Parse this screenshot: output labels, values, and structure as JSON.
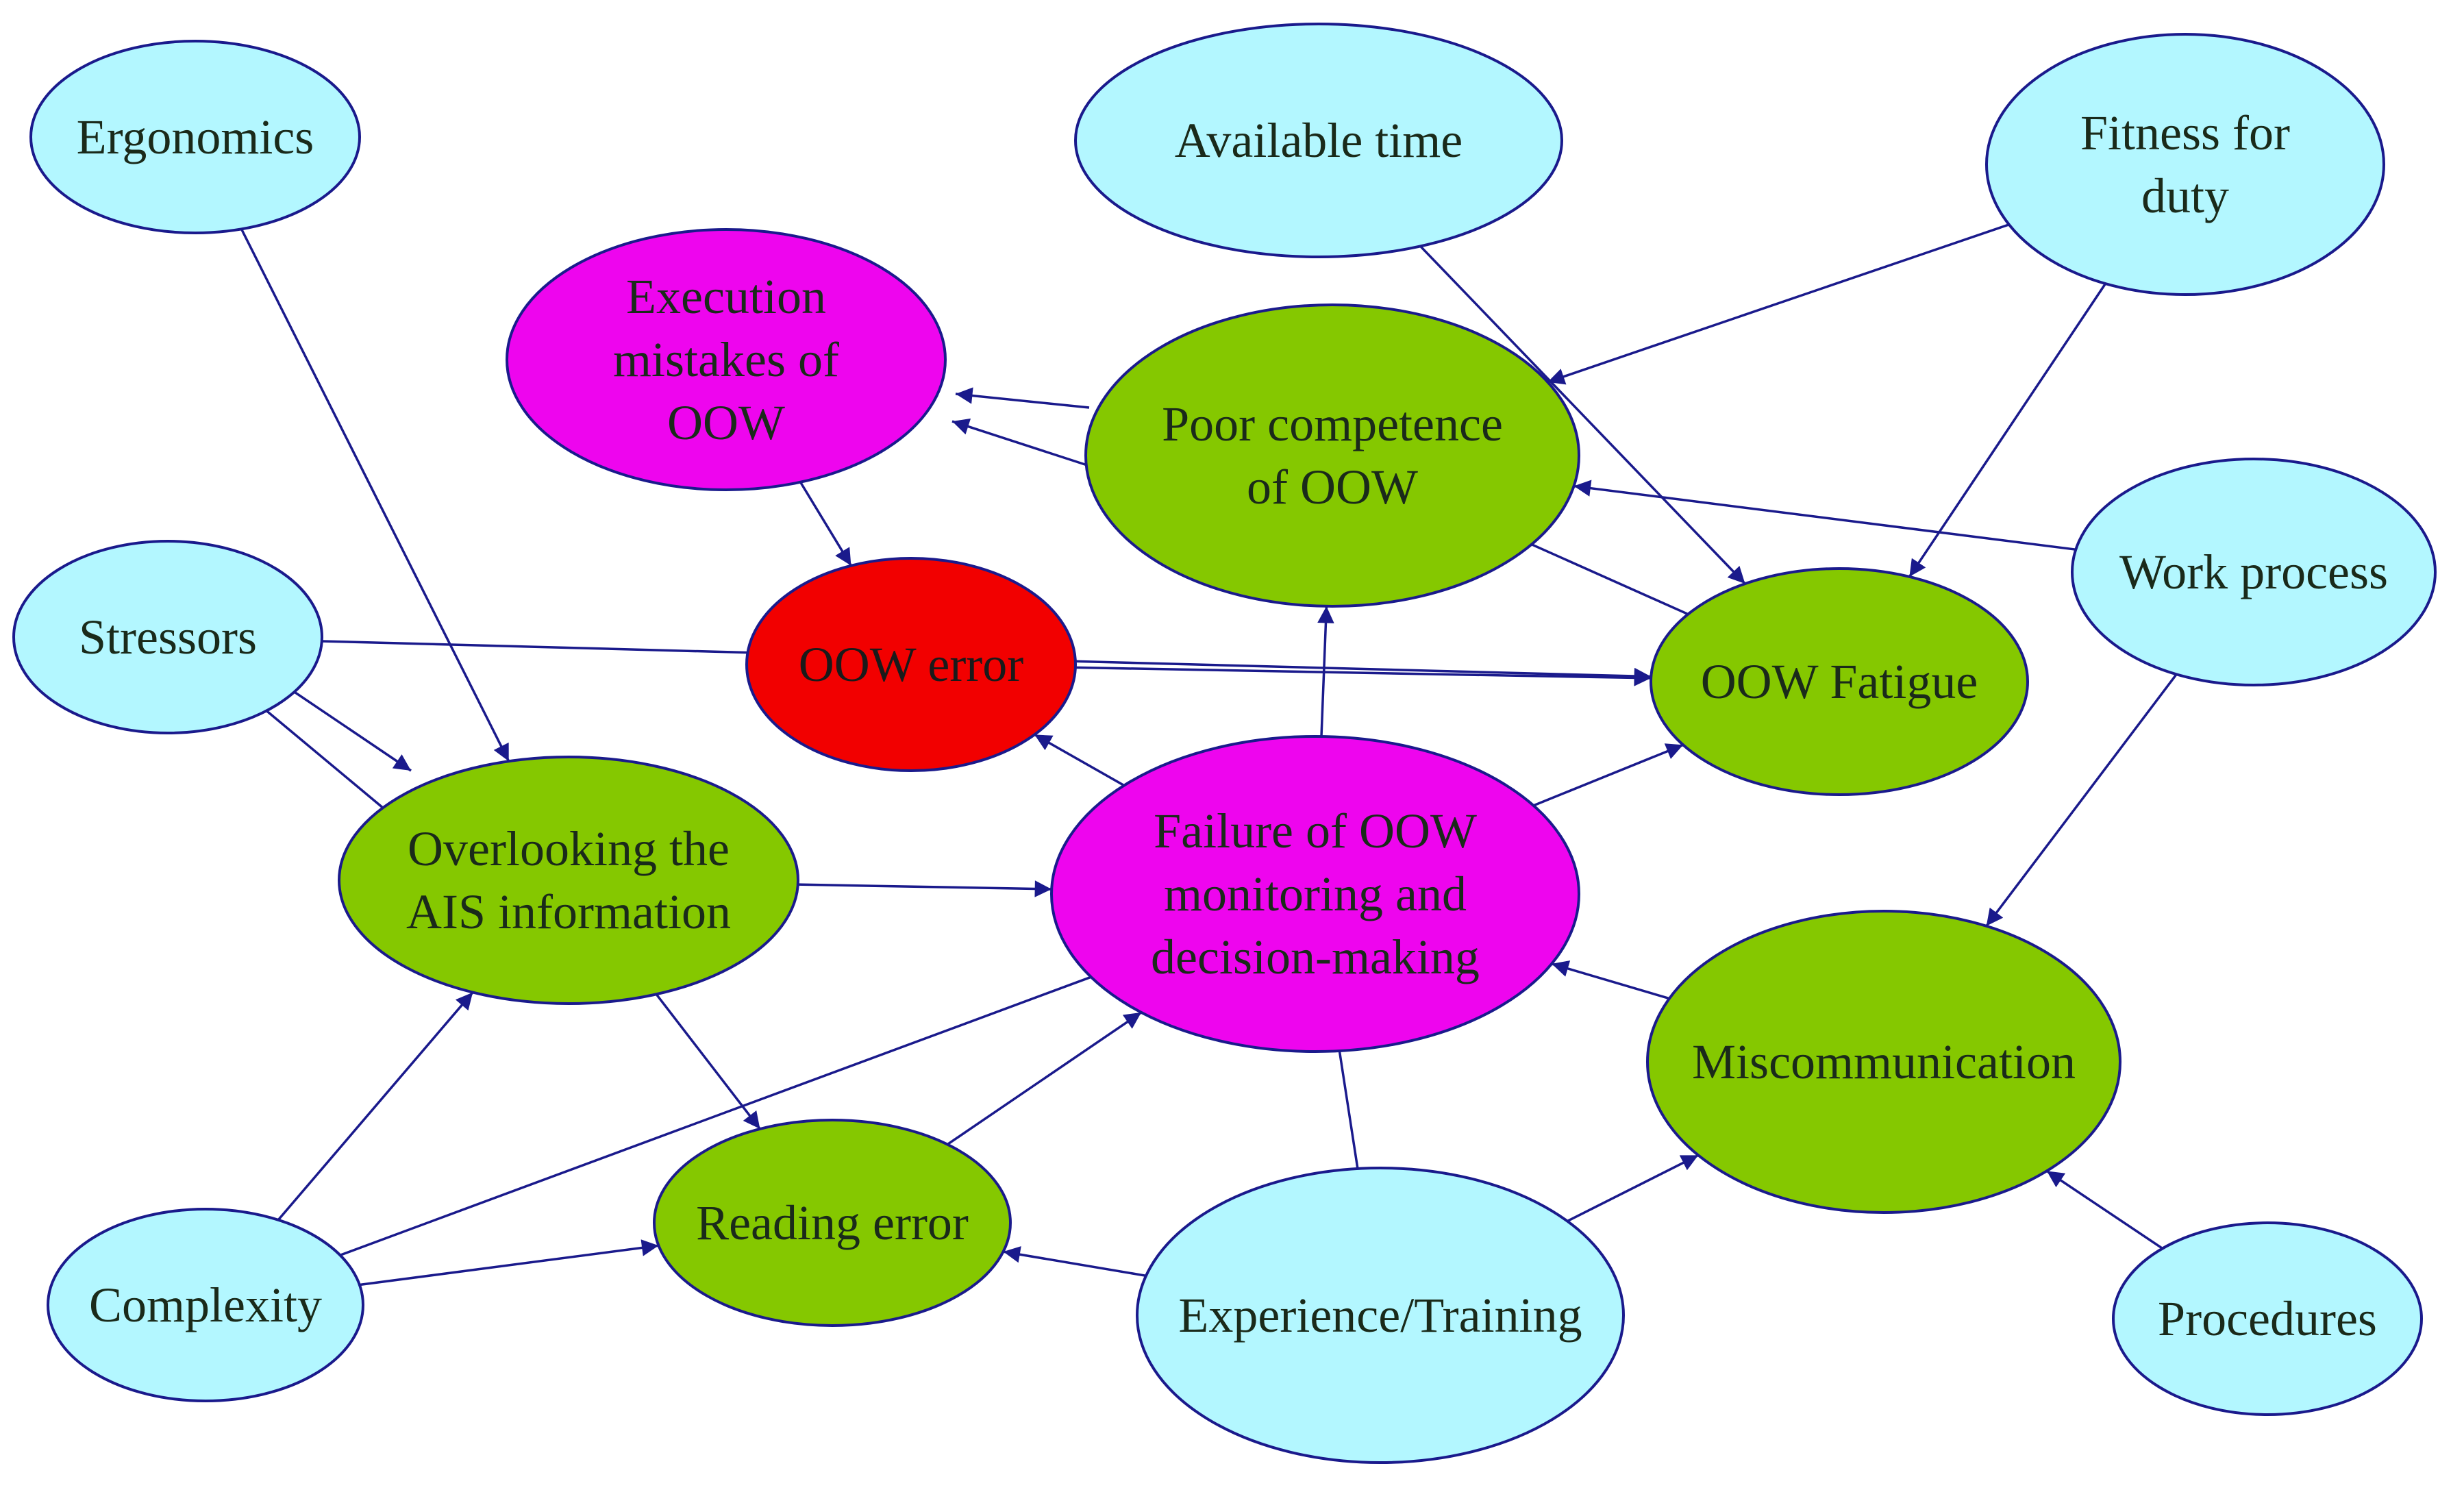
{
  "colors": {
    "factor": "#b3f7ff",
    "intermediate": "#85c800",
    "failure": "#ee05ee",
    "error": "#f20000",
    "edge": "#1a1a8c"
  },
  "nodes": {
    "ergonomics": {
      "lines": [
        "Ergonomics"
      ],
      "kind": "factor"
    },
    "available": {
      "lines": [
        "Available time"
      ],
      "kind": "factor"
    },
    "fitness": {
      "lines": [
        "Fitness for",
        "duty"
      ],
      "kind": "factor"
    },
    "execution": {
      "lines": [
        "Execution",
        "mistakes of",
        "OOW"
      ],
      "kind": "failure"
    },
    "competence": {
      "lines": [
        "Poor competence",
        "of OOW"
      ],
      "kind": "intermediate"
    },
    "stressors": {
      "lines": [
        "Stressors"
      ],
      "kind": "factor"
    },
    "error": {
      "lines": [
        "OOW error"
      ],
      "kind": "error"
    },
    "fatigue": {
      "lines": [
        "OOW Fatigue"
      ],
      "kind": "intermediate"
    },
    "workprocess": {
      "lines": [
        "Work process"
      ],
      "kind": "factor"
    },
    "overlooking": {
      "lines": [
        "Overlooking the",
        "AIS information"
      ],
      "kind": "intermediate"
    },
    "failure": {
      "lines": [
        "Failure of OOW",
        "monitoring and",
        "decision-making"
      ],
      "kind": "failure"
    },
    "miscomm": {
      "lines": [
        "Miscommunication"
      ],
      "kind": "intermediate"
    },
    "reading": {
      "lines": [
        "Reading error"
      ],
      "kind": "intermediate"
    },
    "complexity": {
      "lines": [
        "Complexity"
      ],
      "kind": "factor"
    },
    "experience": {
      "lines": [
        "Experience/Training"
      ],
      "kind": "factor"
    },
    "procedures": {
      "lines": [
        "Procedures"
      ],
      "kind": "factor"
    }
  },
  "edges": [
    {
      "from": "ergonomics",
      "to": "overlooking",
      "arrow": true
    },
    {
      "from": "available",
      "to": "fatigue",
      "arrow": true
    },
    {
      "from": "fitness",
      "to": "competence",
      "arrow": true
    },
    {
      "from": "fitness",
      "to": "fatigue",
      "arrow": true
    },
    {
      "from": "competence",
      "to": "execution",
      "arrow": true
    },
    {
      "from": "competence",
      "to": "execution",
      "arrow": true
    },
    {
      "from": "workprocess",
      "to": "competence",
      "arrow": true
    },
    {
      "from": "workprocess",
      "to": "miscomm",
      "arrow": true
    },
    {
      "from": "execution",
      "to": "error",
      "arrow": true
    },
    {
      "from": "stressors",
      "to": "fatigue",
      "arrow": true
    },
    {
      "from": "stressors",
      "to": "overlooking",
      "arrow": true
    },
    {
      "from": "stressors",
      "to": "overlooking",
      "arrow": false
    },
    {
      "from": "error",
      "to": "fatigue",
      "arrow": true
    },
    {
      "from": "fatigue",
      "to": "competence",
      "arrow": false
    },
    {
      "from": "failure",
      "to": "error",
      "arrow": true
    },
    {
      "from": "failure",
      "to": "competence",
      "arrow": true
    },
    {
      "from": "failure",
      "to": "fatigue",
      "arrow": true
    },
    {
      "from": "overlooking",
      "to": "failure",
      "arrow": true
    },
    {
      "from": "overlooking",
      "to": "reading",
      "arrow": true
    },
    {
      "from": "miscomm",
      "to": "failure",
      "arrow": true
    },
    {
      "from": "complexity",
      "to": "overlooking",
      "arrow": true
    },
    {
      "from": "complexity",
      "to": "reading",
      "arrow": true
    },
    {
      "from": "complexity",
      "to": "failure",
      "arrow": false
    },
    {
      "from": "reading",
      "to": "failure",
      "arrow": true
    },
    {
      "from": "experience",
      "to": "reading",
      "arrow": true
    },
    {
      "from": "experience",
      "to": "miscomm",
      "arrow": true
    },
    {
      "from": "experience",
      "to": "failure",
      "arrow": false
    },
    {
      "from": "procedures",
      "to": "miscomm",
      "arrow": true
    }
  ]
}
